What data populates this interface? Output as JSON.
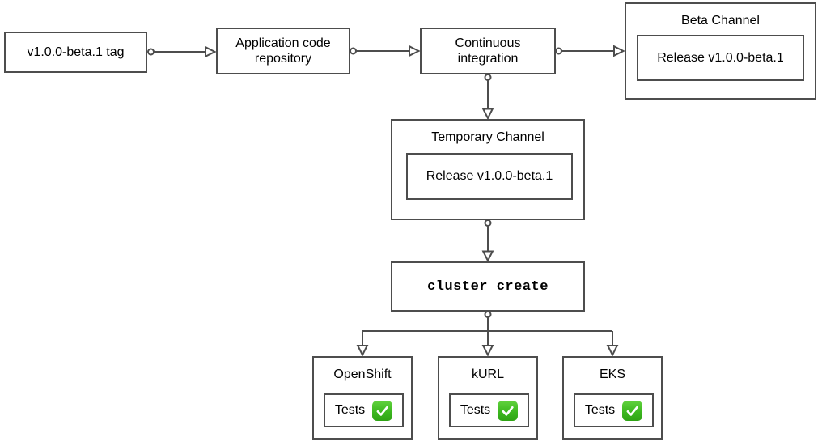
{
  "diagram": {
    "type": "flowchart",
    "nodes": {
      "tag": {
        "label": "v1.0.0-beta.1 tag"
      },
      "repository": {
        "label": "Application code repository"
      },
      "ci": {
        "label": "Continuous integration"
      },
      "beta_channel": {
        "title": "Beta Channel",
        "release_label": "Release v1.0.0-beta.1"
      },
      "temporary_channel": {
        "title": "Temporary Channel",
        "release_label": "Release v1.0.0-beta.1"
      },
      "cluster_create": {
        "label": "cluster create"
      }
    },
    "clusters": [
      {
        "title": "OpenShift",
        "tests_label": "Tests",
        "status_icon": "check-mark-icon"
      },
      {
        "title": "kURL",
        "tests_label": "Tests",
        "status_icon": "check-mark-icon"
      },
      {
        "title": "EKS",
        "tests_label": "Tests",
        "status_icon": "check-mark-icon"
      }
    ],
    "edges": [
      "tag -> repository",
      "repository -> ci",
      "ci -> beta_channel",
      "ci -> temporary_channel",
      "temporary_channel -> cluster_create",
      "cluster_create -> OpenShift",
      "cluster_create -> kURL",
      "cluster_create -> EKS"
    ],
    "colors": {
      "stroke": "#4d4d4d",
      "background": "#ffffff",
      "text": "#000000",
      "check_green": "#3cb81f",
      "check_mark": "#ffffff"
    }
  }
}
